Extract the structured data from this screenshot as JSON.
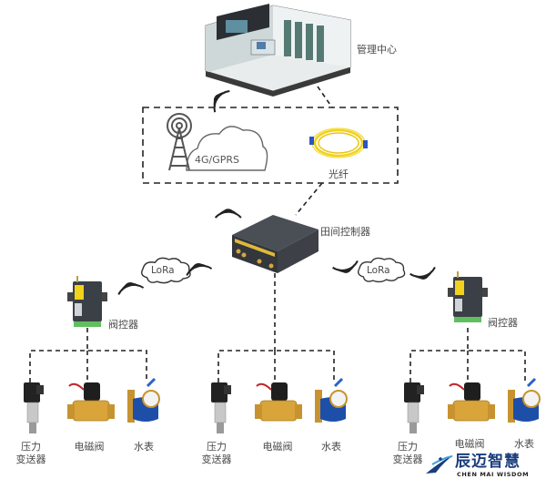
{
  "diagram": {
    "management_center": {
      "label": "管理中心"
    },
    "network": {
      "cellular_label": "4G/GPRS",
      "fiber_label": "光纤"
    },
    "field_controller": {
      "label": "田间控制器"
    },
    "links": {
      "left_lora": "LoRa",
      "right_lora": "LoRa"
    },
    "valve_controllers": [
      {
        "label": "阀控器"
      },
      {
        "label": "阀控器"
      }
    ],
    "groups": [
      {
        "devices": [
          {
            "label_line1": "压力",
            "label_line2": "变送器"
          },
          {
            "label_line1": "电磁阀",
            "label_line2": ""
          },
          {
            "label_line1": "水表",
            "label_line2": ""
          }
        ]
      },
      {
        "devices": [
          {
            "label_line1": "压力",
            "label_line2": "变送器"
          },
          {
            "label_line1": "电磁阀",
            "label_line2": ""
          },
          {
            "label_line1": "水表",
            "label_line2": ""
          }
        ]
      },
      {
        "devices": [
          {
            "label_line1": "压力",
            "label_line2": "变送器"
          },
          {
            "label_line1": "电磁阀",
            "label_line2": ""
          },
          {
            "label_line1": "水表",
            "label_line2": ""
          }
        ]
      }
    ],
    "brand": {
      "name_cn": "辰迈智慧",
      "name_en": "CHEN MAI WISDOM"
    },
    "colors": {
      "line": "#222222",
      "fiber": "#f2d21b",
      "brand": "#1a3d7c",
      "meter_blue": "#1d4fa8",
      "brass": "#d9a43a"
    }
  }
}
